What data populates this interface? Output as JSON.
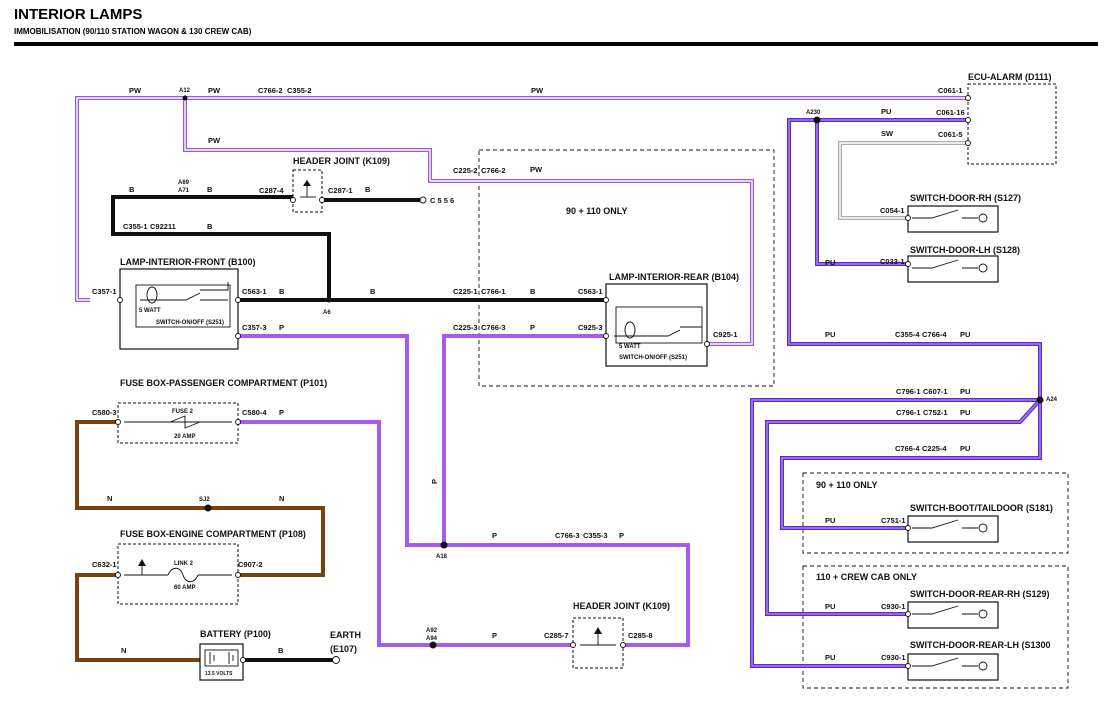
{
  "header": {
    "title": "INTERIOR LAMPS",
    "subtitle": "IMMOBILISATION (90/110 STATION WAGON & 130 CREW CAB)"
  },
  "colors": {
    "pw": "#9b59d9",
    "pu": "#5a2dc6",
    "sw": "#aaaaaa",
    "b": "#111111",
    "p": "#a35bf0",
    "n": "#7a4210"
  },
  "components": {
    "ecu_alarm": "ECU-ALARM (D111)",
    "header_joint_top": "HEADER JOINT (K109)",
    "header_joint_bottom": "HEADER JOINT (K109)",
    "lamp_front": "LAMP-INTERIOR-FRONT (B100)",
    "lamp_rear": "LAMP-INTERIOR-REAR (B104)",
    "fuse_box_passenger": "FUSE BOX-PASSENGER COMPARTMENT (P101)",
    "fuse_box_engine": "FUSE BOX-ENGINE COMPARTMENT (P108)",
    "battery": "BATTERY (P100)",
    "earth": "EARTH",
    "earth_code": "(E107)",
    "switch_door_rh": "SWITCH-DOOR-RH (S127)",
    "switch_door_lh": "SWITCH-DOOR-LH (S128)",
    "switch_boot": "SWITCH-BOOT/TAILDOOR (S181)",
    "switch_door_rear_rh": "SWITCH-DOOR-REAR-RH (S129)",
    "switch_door_rear_lh": "SWITCH-DOOR-REAR-LH (S1300"
  },
  "component_details": {
    "watt_front": "5 WATT",
    "switch_front": "SWITCH-ON/OFF (S251)",
    "watt_rear": "5 WATT",
    "switch_rear": "SWITCH-ON/OFF (S251)",
    "fuse_2": "FUSE 2",
    "fuse_2_amp": "20 AMP",
    "link_2": "LINK 2",
    "link_2_amp": "60 AMP",
    "battery_volts": "13.5 VOLTS"
  },
  "zones": {
    "zone_90_110_top": "90 + 110 ONLY",
    "zone_90_110_right": "90 + 110 ONLY",
    "zone_110_crew": "110 + CREW CAB ONLY"
  },
  "connectors": {
    "c766_2_top": "C766-2",
    "c355_2": "C355-2",
    "c061_1": "C061-1",
    "c061_16": "C061-16",
    "c061_5": "C061-5",
    "c225_2": "C225-2",
    "c766_2_mid": "C766-2",
    "c287_4": "C287-4",
    "c287_1": "C287-1",
    "c556": "C 5 5 6",
    "c355_1": "C355-1",
    "c92211": "C92211",
    "c357_1": "C357-1",
    "c563_1_front": "C563-1",
    "c357_3": "C357-3",
    "c225_1": "C225-1",
    "c766_1": "C766-1",
    "c563_1_rear": "C563-1",
    "c225_3": "C225-3",
    "c766_3_mid": "C766-3",
    "c925_3": "C925-3",
    "c925_1": "C925-1",
    "c054_1": "C054-1",
    "c033_1": "C033-1",
    "c355_4": "C355-4",
    "c766_4_mid": "C766-4",
    "c796_1_a": "C796-1",
    "c607_1": "C607-1",
    "c796_1_b": "C796-1",
    "c752_1": "C752-1",
    "c766_4_low": "C766-4",
    "c225_4": "C225-4",
    "c751_1": "C751-1",
    "c930_1_a": "C930-1",
    "c930_1_b": "C930-1",
    "c580_3": "C580-3",
    "c580_4": "C580-4",
    "c632_1": "C632-1",
    "c907_2": "C907-2",
    "c766_3_low": "C766-3",
    "c355_3": "C355-3",
    "c285_7": "C285-7",
    "c285_8": "C285-8"
  },
  "splices": {
    "a12": "A12",
    "a230": "A230",
    "a69": "A69",
    "a71": "A71",
    "a6": "A6",
    "a24": "A24",
    "a18": "A18",
    "a92": "A92",
    "a94": "A94",
    "sj2": "SJ2"
  },
  "wire_colors": {
    "pw": "PW",
    "pu": "PU",
    "sw": "SW",
    "b": "B",
    "p": "P",
    "n": "N"
  }
}
